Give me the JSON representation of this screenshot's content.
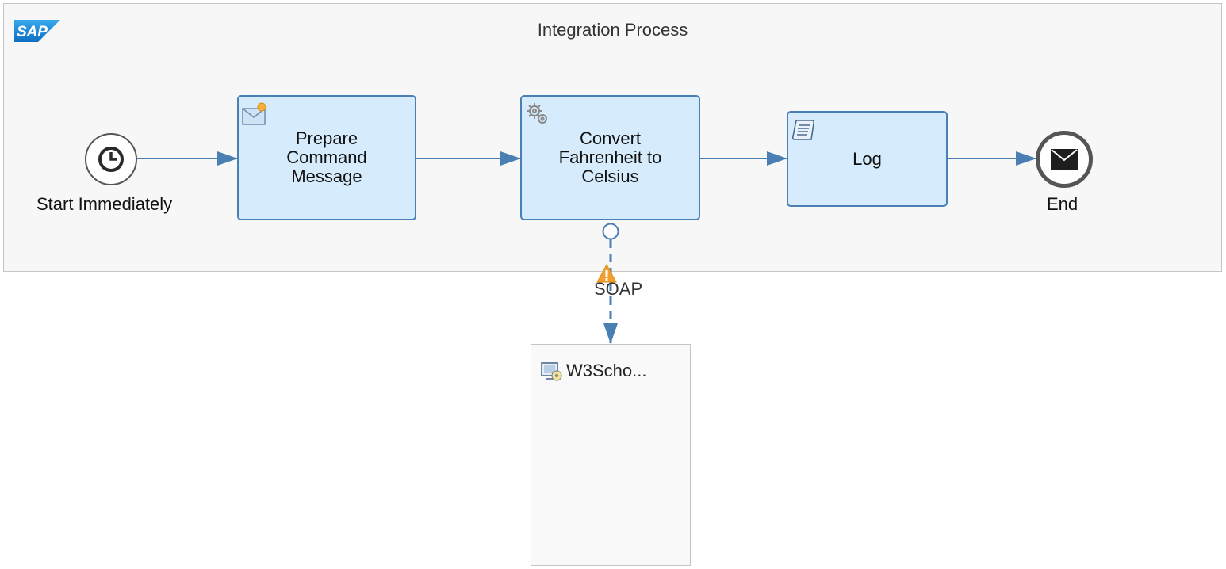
{
  "pool": {
    "title": "Integration Process",
    "logo_text": "SAP"
  },
  "events": {
    "start": {
      "label": "Start Immediately",
      "icon": "clock-icon"
    },
    "end": {
      "label": "End",
      "icon": "envelope-icon"
    }
  },
  "tasks": [
    {
      "label_lines": [
        "Prepare",
        "Command",
        "Message"
      ],
      "icon": "content-modifier-icon"
    },
    {
      "label_lines": [
        "Convert",
        "Fahrenheit to",
        "Celsius"
      ],
      "icon": "gear-icon"
    },
    {
      "label_lines": [
        "Log"
      ],
      "icon": "script-icon"
    }
  ],
  "connection": {
    "label": "SOAP",
    "icon": "warning-icon"
  },
  "receiver": {
    "label": "W3Scho...",
    "icon": "system-icon"
  },
  "colors": {
    "task_fill": "#d6ebfb",
    "task_border": "#4a7fb3",
    "edge": "#4a7fb3",
    "warning": "#f0a030",
    "sap_blue": "#1a8ad9"
  }
}
